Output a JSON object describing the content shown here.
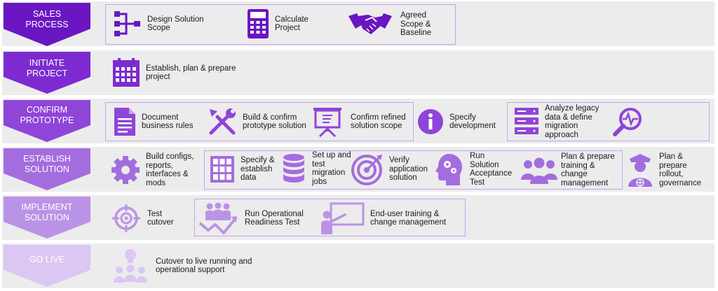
{
  "colors": {
    "phase1": "#6a16c3",
    "phase2": "#7d2bd0",
    "phase3": "#8f45d8",
    "phase4": "#a46ddf",
    "phase5": "#bb93e6",
    "phase6": "#dcc6f3",
    "row_bg": "#ececec",
    "group_border": "#c9a3ea"
  },
  "phases": [
    {
      "label": "SALES PROCESS",
      "items": [
        {
          "icon": "flowchart-icon",
          "label": "Design Solution Scope"
        },
        {
          "icon": "calculator-icon",
          "label": "Calculate Project"
        },
        {
          "icon": "handshake-icon",
          "label": "Agreed Scope & Baseline"
        }
      ]
    },
    {
      "label": "INITIATE PROJECT",
      "items": [
        {
          "icon": "calendar-icon",
          "label": "Establish, plan & prepare project"
        }
      ]
    },
    {
      "label": "CONFIRM PROTOTYPE",
      "items": [
        {
          "icon": "document-icon",
          "label": "Document business rules"
        },
        {
          "icon": "tools-icon",
          "label": "Build & confirm prototype solution"
        },
        {
          "icon": "presentation-board-icon",
          "label": "Confirm refined solution scope"
        },
        {
          "icon": "info-icon",
          "label": "Specify development"
        },
        {
          "icon": "server-icon",
          "label": "Analyze legacy data & define migration approach"
        },
        {
          "icon": "magnifier-pulse-icon",
          "label": ""
        }
      ]
    },
    {
      "label": "ESTABLISH SOLUTION",
      "items": [
        {
          "icon": "gear-icon",
          "label": "Build configs, reports, interfaces & mods"
        },
        {
          "icon": "grid-table-icon",
          "label": "Specify & establish data"
        },
        {
          "icon": "database-icon",
          "label": "Set up and test migration jobs"
        },
        {
          "icon": "target-icon",
          "label": "Verify application solution"
        },
        {
          "icon": "head-gears-icon",
          "label": "Run Solution Acceptance Test"
        },
        {
          "icon": "people-group-icon",
          "label": "Plan & prepare training & change management"
        },
        {
          "icon": "pilot-icon",
          "label": "Plan & prepare rollout, governance"
        }
      ]
    },
    {
      "label": "IMPLEMENT SOLUTION",
      "items": [
        {
          "icon": "crosshair-icon",
          "label": "Test cutover"
        },
        {
          "icon": "team-chart-icon",
          "label": "Run Operational Readiness Test"
        },
        {
          "icon": "teacher-board-icon",
          "label": "End-user training & change management"
        }
      ]
    },
    {
      "label": "GO LIVE",
      "items": [
        {
          "icon": "lightbulb-team-icon",
          "label": "Cutover to live running and operational support"
        }
      ]
    }
  ]
}
